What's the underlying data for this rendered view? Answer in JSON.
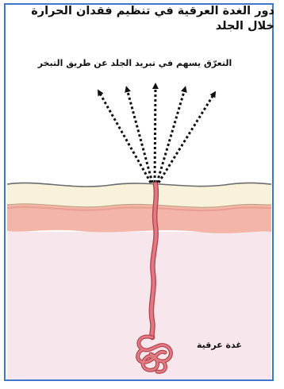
{
  "figure": {
    "title": "دور الغدة العرقية في تنظيم فقدان الحرارة خلال الجلد",
    "evaporation_caption": "التعرّق يسهم في تبريد الجلد عن طريق التبخر",
    "gland_label": "غدة عرقية"
  },
  "colors": {
    "frame": "#3f78c8",
    "outer_skin": "#f7f2d9",
    "middle_skin": "#f3b5a8",
    "inner_skin": "#f7e6ec",
    "duct": "#d8606a",
    "arrows": "#111111"
  }
}
